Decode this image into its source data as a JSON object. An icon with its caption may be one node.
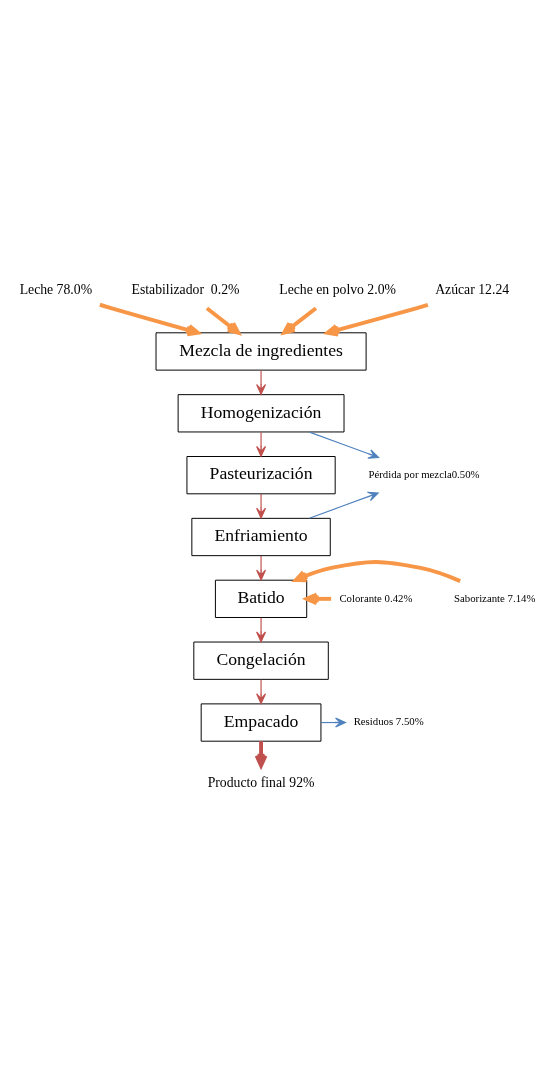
{
  "diagram": {
    "nodes": [
      {
        "text": [
          "Leche 78.0%"
        ]
      },
      {
        "text": [
          "Estabilizador  0.2%"
        ]
      },
      {
        "text": [
          "Leche en polvo 2.0%"
        ]
      },
      {
        "text": [
          "Azúcar 12.24"
        ]
      },
      {
        "text": [
          "Mezcla de ingredientes"
        ]
      },
      {
        "text": [
          "Homogenización"
        ]
      },
      {
        "text": [
          "Pasteurización"
        ]
      },
      {
        "text": [
          "Enfriamiento"
        ]
      },
      {
        "text": [
          "Batido"
        ]
      },
      {
        "text": [
          "Congelación"
        ]
      },
      {
        "text": [
          "Empacado"
        ]
      },
      {
        "text": [
          "Pérdida por mezcla0.50%"
        ]
      },
      {
        "text": [
          "Colorante 0.42%"
        ]
      },
      {
        "text": [
          "Saborizante 7.14%"
        ]
      },
      {
        "text": [
          "Residuos 7.50%"
        ]
      },
      {
        "text": [
          "Producto final 92%"
        ]
      }
    ],
    "edges": [
      {
        "from": 0,
        "to": 4,
        "arrow": "to",
        "style": "thick",
        "color": "#f79646"
      },
      {
        "from": 1,
        "to": 4,
        "arrow": "to",
        "style": "thick",
        "color": "#f79646"
      },
      {
        "from": 2,
        "to": 4,
        "arrow": "to",
        "style": "thick",
        "color": "#f79646"
      },
      {
        "from": 3,
        "to": 4,
        "arrow": "to",
        "style": "thick",
        "color": "#f79646"
      },
      {
        "from": 4,
        "to": 5,
        "arrow": "to"
      },
      {
        "from": 5,
        "to": 6,
        "arrow": "to"
      },
      {
        "from": 5,
        "to": 11,
        "arrow": "to",
        "color": "#4f81bd"
      },
      {
        "from": 6,
        "to": 7,
        "arrow": "to"
      },
      {
        "from": 7,
        "to": 11,
        "arrow": "to",
        "color": "#4f81bd"
      },
      {
        "from": 7,
        "to": 8,
        "arrow": "to"
      },
      {
        "from": 12,
        "to": 8,
        "arrow": "to",
        "style": "thick",
        "color": "#f79646"
      },
      {
        "from": 13,
        "to": 8,
        "arrow": "to",
        "style": "thick",
        "color": "#f79646"
      },
      {
        "from": 8,
        "to": 9,
        "arrow": "to"
      },
      {
        "from": 9,
        "to": 10,
        "arrow": "to"
      },
      {
        "from": 10,
        "to": 14,
        "arrow": "to",
        "color": "#4f81bd"
      },
      {
        "from": 10,
        "to": 15,
        "arrow": "to",
        "style": "thick"
      }
    ]
  }
}
